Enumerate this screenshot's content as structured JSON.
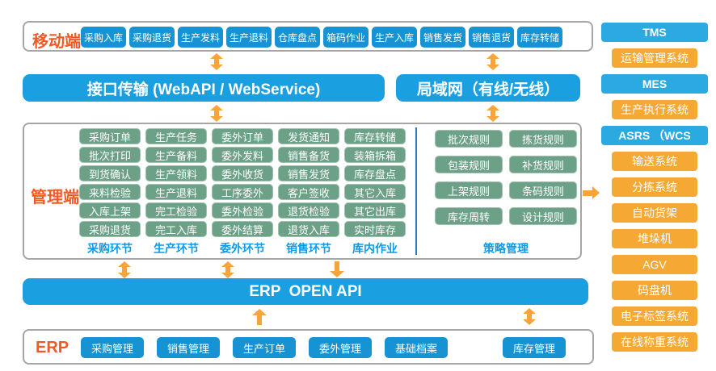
{
  "colors": {
    "bar_blue": "#1A9FE0",
    "button_blue": "#1793D4",
    "sidebar_blue": "#2BA9E1",
    "module_green": "#6DA187",
    "sidebar_orange": "#F5A934",
    "arrow_orange": "#F7A43C",
    "section_label_orange": "#F15A24",
    "column_header_blue": "#0C9BE8"
  },
  "mobile": {
    "label": "移动端",
    "buttons": [
      "采购入库",
      "采购退货",
      "生产发料",
      "生产退料",
      "仓库盘点",
      "箱码作业",
      "生产入库",
      "销售发货",
      "销售退货",
      "库存转储"
    ]
  },
  "bars": {
    "interface": "接口传输 (WebAPI / WebService)",
    "lan": "局域网（有线/无线）",
    "erp_api": "ERP  OPEN API"
  },
  "management": {
    "label": "管理端",
    "columns": [
      {
        "header": "采购环节",
        "items": [
          "采购订单",
          "批次打印",
          "到货确认",
          "来料检验",
          "入库上架",
          "采购退货"
        ]
      },
      {
        "header": "生产环节",
        "items": [
          "生产任务",
          "生产备料",
          "生产领料",
          "生产退料",
          "完工检验",
          "完工入库"
        ]
      },
      {
        "header": "委外环节",
        "items": [
          "委外订单",
          "委外发料",
          "委外收货",
          "工序委外",
          "委外检验",
          "委外结算"
        ]
      },
      {
        "header": "销售环节",
        "items": [
          "发货通知",
          "销售备货",
          "销售发货",
          "客户签收",
          "退货检验",
          "退货入库"
        ]
      },
      {
        "header": "库内作业",
        "items": [
          "库存转储",
          "装箱拆箱",
          "库存盘点",
          "其它入库",
          "其它出库",
          "实时库存"
        ]
      }
    ]
  },
  "strategy": {
    "header": "策略管理",
    "columns": [
      [
        "批次规则",
        "包装规则",
        "上架规则",
        "库存周转"
      ],
      [
        "拣货规则",
        "补货规则",
        "条码规则",
        "设计规则"
      ]
    ]
  },
  "erp": {
    "label": "ERP",
    "buttons": [
      "采购管理",
      "销售管理",
      "生产订单",
      "委外管理",
      "基础档案",
      "库存管理"
    ]
  },
  "sidebar": {
    "items": [
      {
        "label": "TMS",
        "type": "blue"
      },
      {
        "label": "运输管理系统",
        "type": "orange"
      },
      {
        "label": "MES",
        "type": "blue"
      },
      {
        "label": "生产执行系统",
        "type": "orange"
      },
      {
        "label": "ASRS （WCS",
        "type": "blue"
      },
      {
        "label": "输送系统",
        "type": "orange"
      },
      {
        "label": "分拣系统",
        "type": "orange"
      },
      {
        "label": "自动货架",
        "type": "orange"
      },
      {
        "label": "堆垛机",
        "type": "orange"
      },
      {
        "label": "AGV",
        "type": "orange"
      },
      {
        "label": "码盘机",
        "type": "orange"
      },
      {
        "label": "电子标签系统",
        "type": "orange"
      },
      {
        "label": "在线称重系统",
        "type": "orange"
      }
    ]
  }
}
